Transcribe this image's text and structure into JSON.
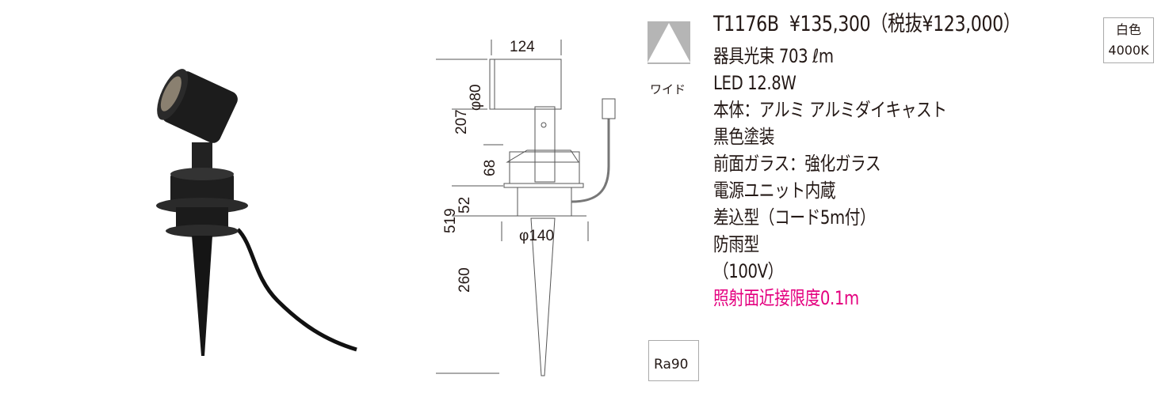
{
  "product": {
    "model": "T1176B",
    "price": "¥135,300",
    "price_ex_tax": "（税抜¥123,000）",
    "specs": [
      "器具光束 703 ℓm",
      "LED 12.8W",
      "本体：アルミ アルミダイキャスト",
      "黒色塗装",
      "前面ガラス：強化ガラス",
      "電源ユニット内蔵",
      "差込型（コード5m付）",
      "防雨型",
      "（100V）"
    ],
    "note": "照射面近接限度0.1m",
    "note_color": "#e4007f"
  },
  "beam": {
    "label": "ワイド",
    "icon": "wide-beam-icon"
  },
  "color_badge": {
    "line1": "白色",
    "line2": "4000K"
  },
  "ra_badge": {
    "text": "Ra90"
  },
  "dimensions": {
    "width": "124",
    "head_diameter": "φ80",
    "head_height": "207",
    "body_height": "68",
    "base_height": "52",
    "total_height": "519",
    "base_diameter": "φ140",
    "spike_length": "260"
  }
}
